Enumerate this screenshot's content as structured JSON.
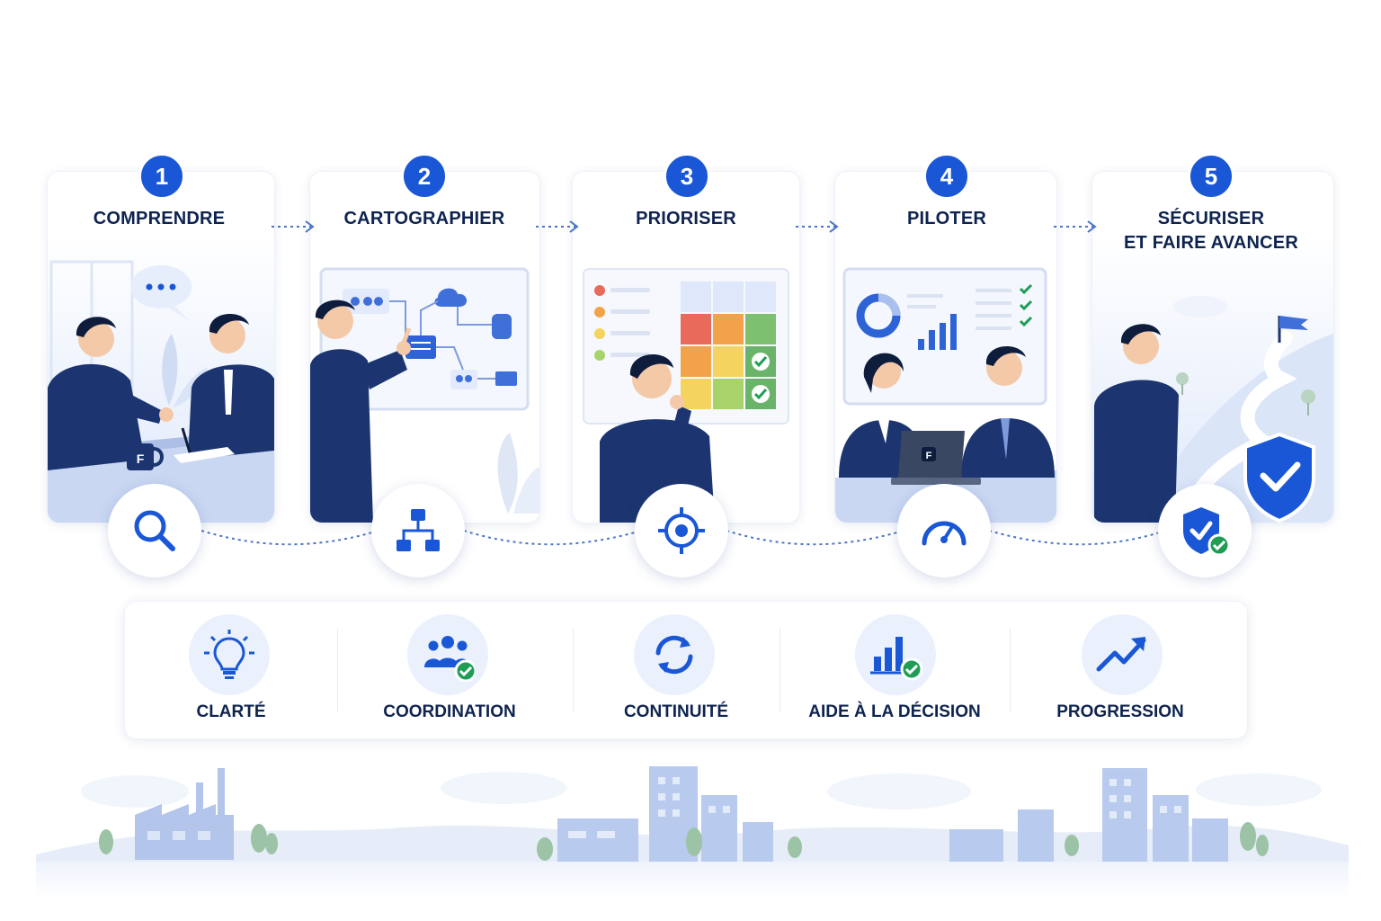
{
  "steps": [
    {
      "number": "1",
      "title": "COMPRENDRE",
      "icon": "search-icon"
    },
    {
      "number": "2",
      "title": "CARTOGRAPHIER",
      "icon": "hierarchy-icon"
    },
    {
      "number": "3",
      "title": "PRIORISER",
      "icon": "target-icon"
    },
    {
      "number": "4",
      "title": "PILOTER",
      "icon": "gauge-icon"
    },
    {
      "number": "5",
      "title": "SÉCURISER",
      "title_line2": "ET FAIRE AVANCER",
      "icon": "shield-check-icon"
    }
  ],
  "benefits": [
    {
      "label": "CLARTÉ",
      "icon": "lightbulb-icon"
    },
    {
      "label": "COORDINATION",
      "icon": "team-check-icon"
    },
    {
      "label": "CONTINUITÉ",
      "icon": "refresh-icon"
    },
    {
      "label": "AIDE À LA DÉCISION",
      "icon": "bar-chart-check-icon"
    },
    {
      "label": "PROGRESSION",
      "icon": "trend-up-icon"
    }
  ],
  "mug_letter": "F",
  "laptop_letter": "F",
  "colors": {
    "primary": "#1a57d6",
    "navy": "#0e2350",
    "suit": "#1c3570",
    "light_blue": "#eaf1fd",
    "green": "#1f9d55",
    "red": "#e96a5a",
    "orange": "#f2a34a",
    "yellow": "#f4d35e"
  }
}
